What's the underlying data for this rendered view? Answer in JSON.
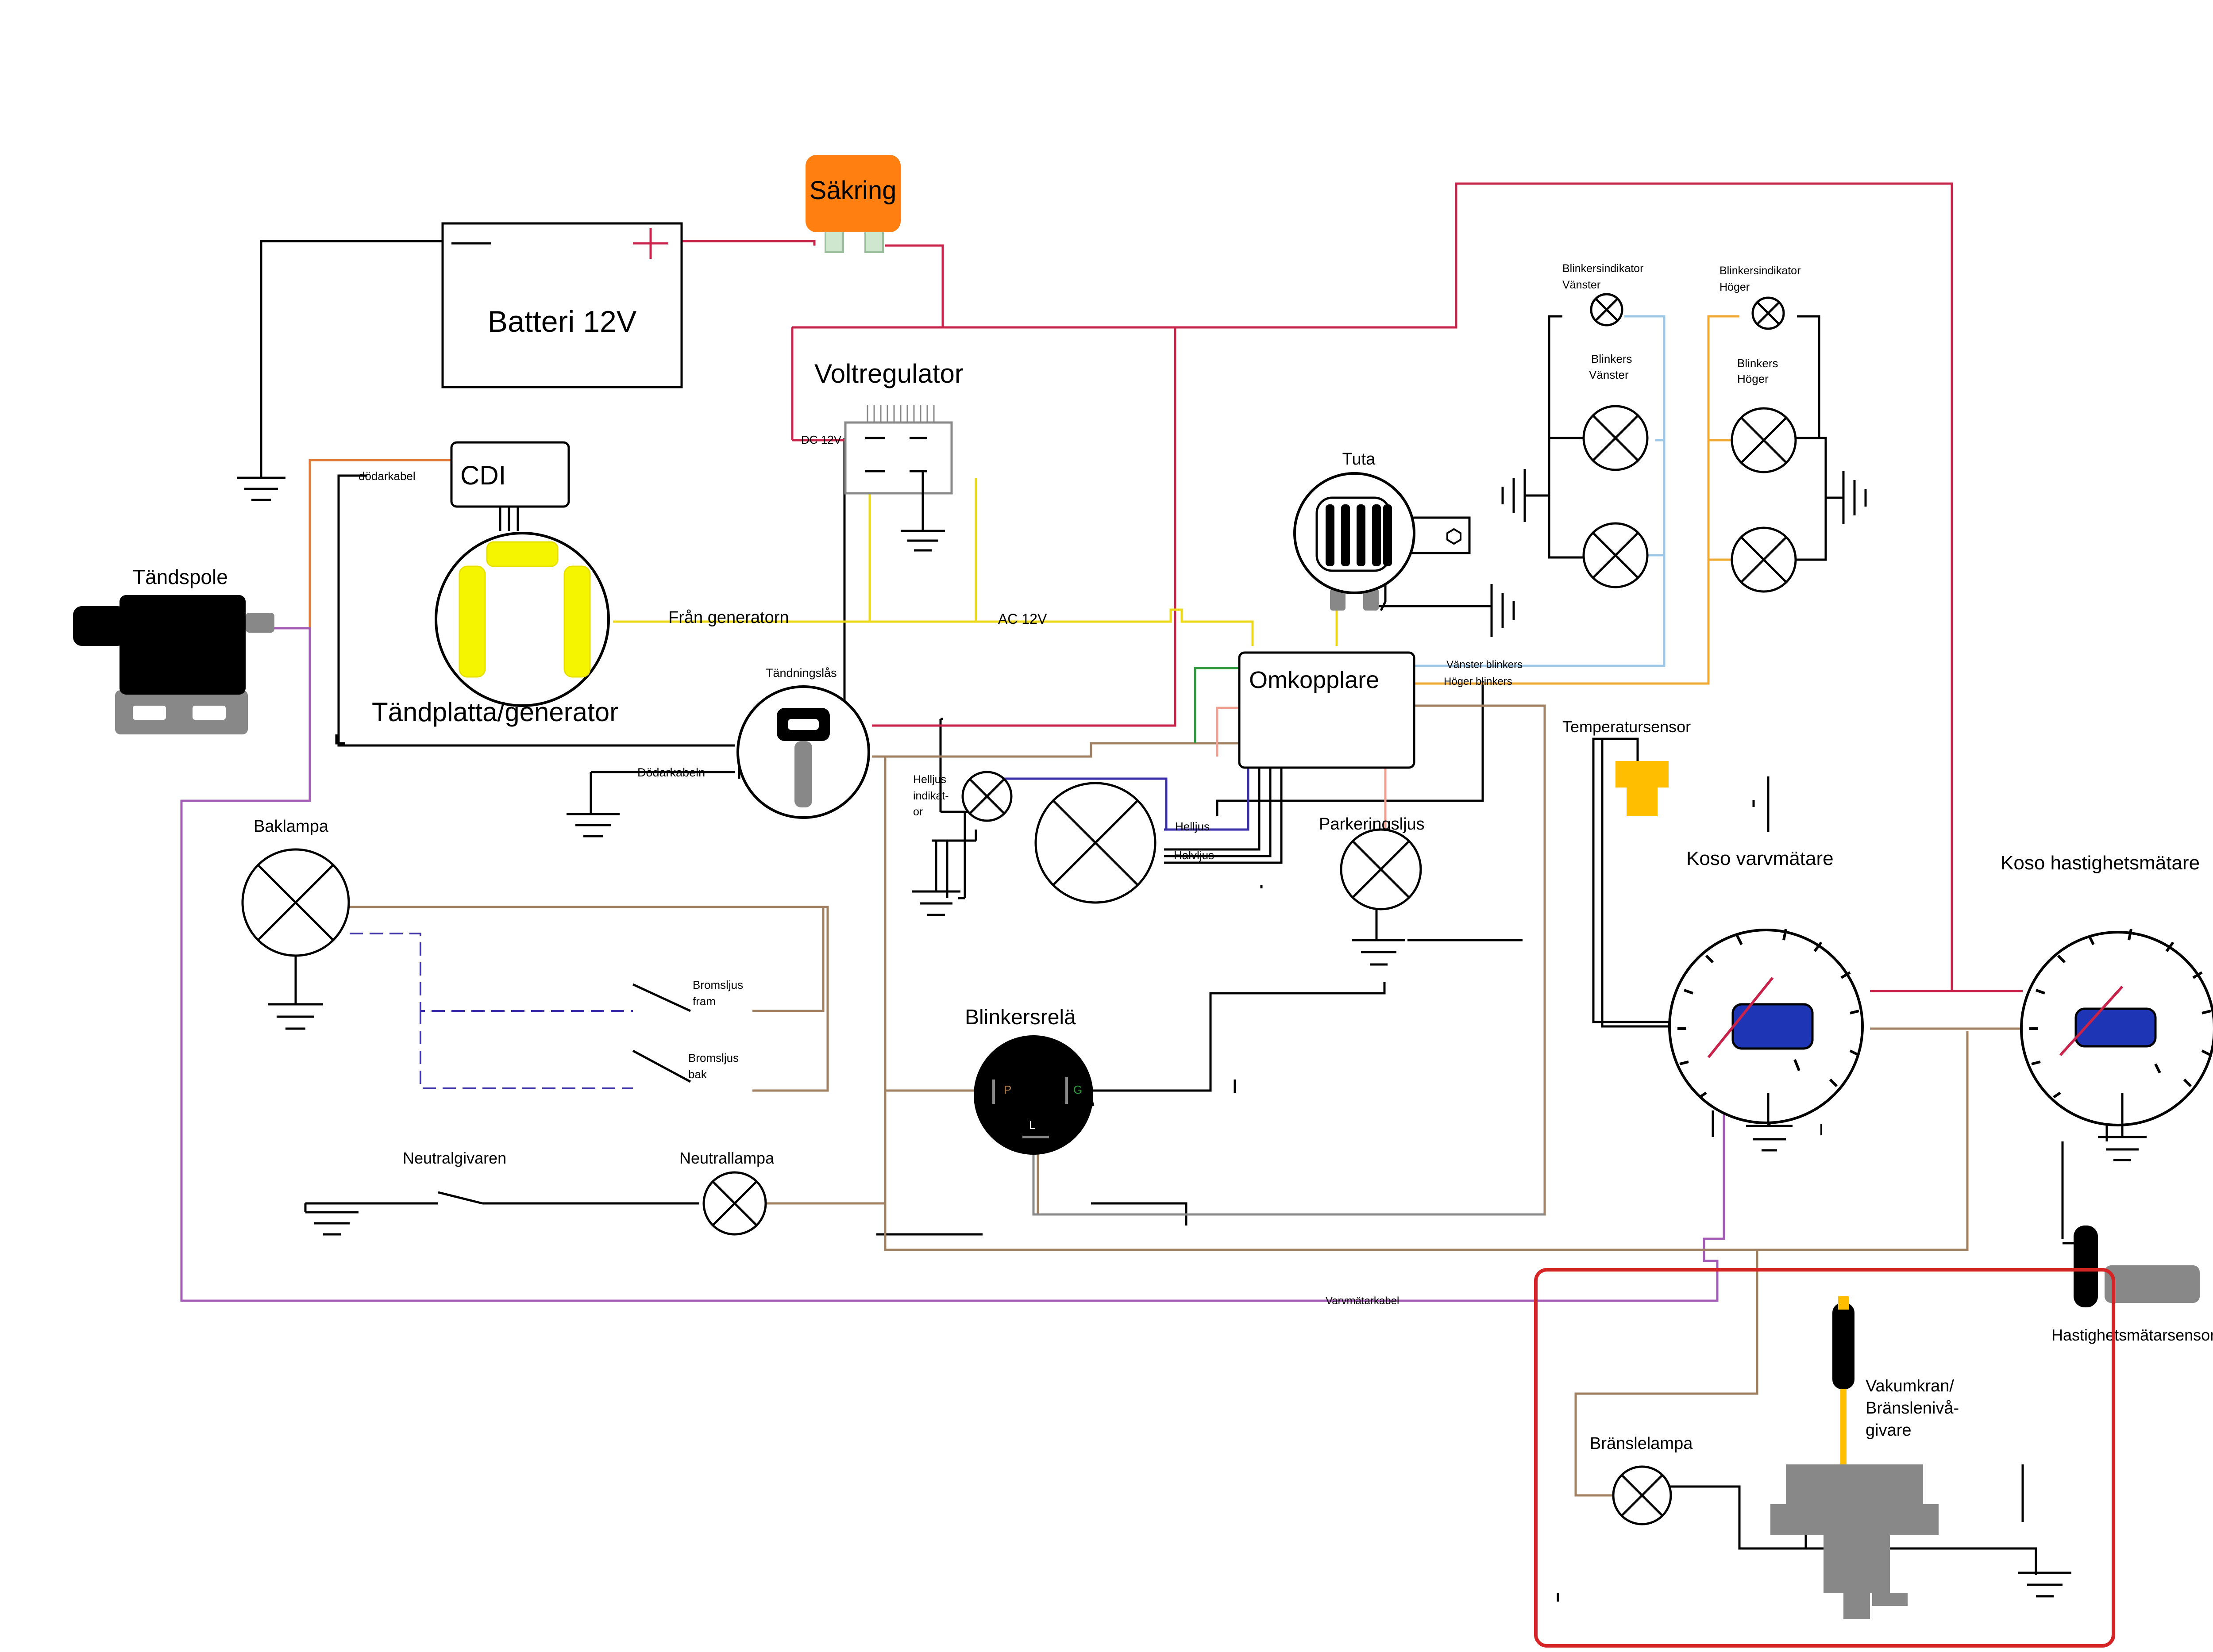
{
  "labels": {
    "fuse": "Säkring",
    "battery": "Batteri 12V",
    "battery_minus": "—",
    "battery_plus": "+",
    "voltage_regulator": "Voltregulator",
    "regulator_dc": "DC 12V",
    "cdi": "CDI",
    "kill_cable_cdi": "dödarkabel",
    "ignition_coil": "Tändspole",
    "stator": "Tändplatta/generator",
    "from_generator": "Från generatorn",
    "ac_12v": "AC 12V",
    "horn": "Tuta",
    "switch": "Omkopplare",
    "left_blinkers_wire": "Vänster blinkers",
    "right_blinkers_wire": "Höger blinkers",
    "ignition_lock": "Tändningslås",
    "kill_cable_lock": "Dödarkabeln",
    "high_beam_indicator_1": "Helljus",
    "high_beam_indicator_2": "indikat-",
    "high_beam_indicator_3": "or",
    "high_beam": "Helljus",
    "low_beam": "Halvljus",
    "parking_light": "Parkeringsljus",
    "tail_lamp": "Baklampa",
    "brake_front_1": "Bromsljus",
    "brake_front_2": "fram",
    "brake_rear_1": "Bromsljus",
    "brake_rear_2": "bak",
    "blinker_relay": "Blinkersrelä",
    "relay_p": "P",
    "relay_g": "G",
    "relay_l": "L",
    "neutral_sensor": "Neutralgivaren",
    "neutral_lamp": "Neutrallampa",
    "tacho_cable": "Varvmätarkabel",
    "blinker_ind_left_1": "Blinkersindikator",
    "blinker_ind_left_2": "Vänster",
    "blinker_ind_right_1": "Blinkersindikator",
    "blinker_ind_right_2": "Höger",
    "blinkers_left_1": "Blinkers",
    "blinkers_left_2": "Vänster",
    "blinkers_right_1": "Blinkers",
    "blinkers_right_2": "Höger",
    "temp_sensor": "Temperatursensor",
    "tachometer": "Koso varvmätare",
    "speedometer": "Koso hastighetsmätare",
    "speed_sensor": "Hastighetsmätarsensor",
    "fuel_lamp": "Bränslelampa",
    "vacuum_1": "Vakumkran/",
    "vacuum_2": "Bränslenivå-",
    "vacuum_3": "givare"
  },
  "colors": {
    "power": "#c8234a",
    "ground": "#000000",
    "generator": "#ecd817",
    "kill": "#e07b39",
    "tacho": "#a35bb5",
    "brown": "#a08060",
    "blue": "#3a2fa8",
    "lightblue": "#9cc7e6",
    "orange_blinker": "#f0a830",
    "green": "#2f9a3e",
    "pink": "#f0a090",
    "grey": "#888888",
    "fuse": "#ff7f11",
    "gauge_display": "#1e35b5",
    "temp_sensor": "#ffbf00",
    "fuel_highlight": "#d42426"
  }
}
